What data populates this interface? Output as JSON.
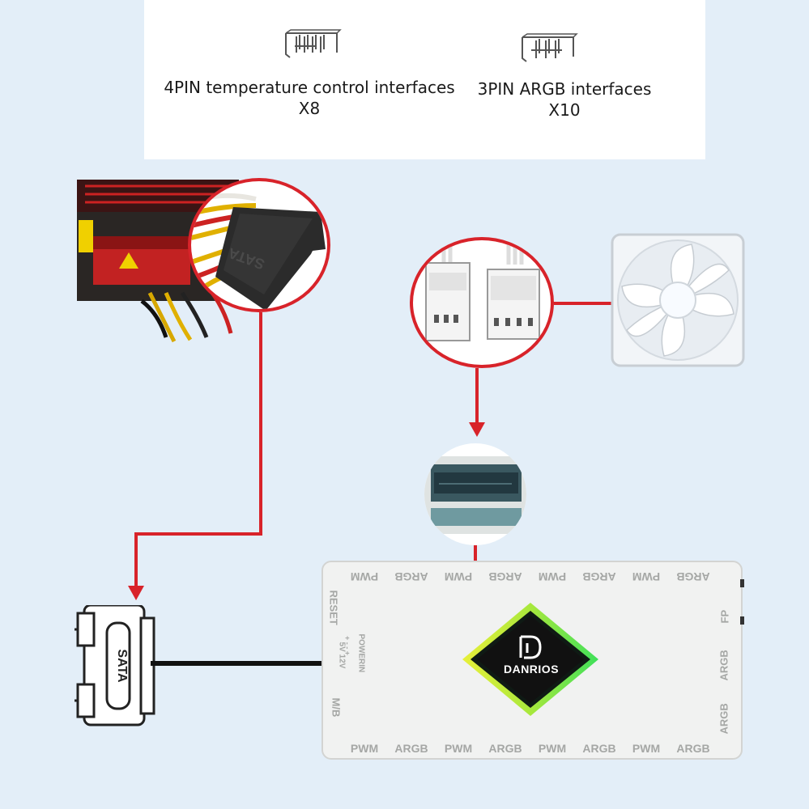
{
  "interfaces": {
    "fourpin": {
      "title": "4PIN temperature control interfaces",
      "count": "X8",
      "icon": "4pin-connector-icon"
    },
    "threepin": {
      "title": "3PIN ARGB interfaces",
      "count": "X10",
      "icon": "3pin-connector-icon"
    }
  },
  "psu": {
    "connector_text": "SATA"
  },
  "sata_plug": {
    "label": "SATA"
  },
  "hub": {
    "brand": "DANRIOS",
    "top_ports": [
      "PWM",
      "ARGB",
      "PWM",
      "ARGB",
      "PWM",
      "ARGB",
      "PWM",
      "ARGB"
    ],
    "bottom_ports": [
      "PWM",
      "ARGB",
      "PWM",
      "ARGB",
      "PWM",
      "ARGB",
      "PWM",
      "ARGB"
    ],
    "left_labels": {
      "reset": "RESET",
      "power_in": "POWERIN",
      "power_rating": "5V 12V",
      "power_polarity": "+ - - +",
      "mb": "M/B"
    },
    "right_labels": {
      "fp": "FP",
      "argb1": "ARGB",
      "argb2": "ARGB"
    }
  },
  "colors": {
    "arrow": "#d8232a",
    "hub_glow_left": "#e8f03a",
    "hub_glow_right": "#3ee05a",
    "page_bg": "#e3eef8"
  }
}
